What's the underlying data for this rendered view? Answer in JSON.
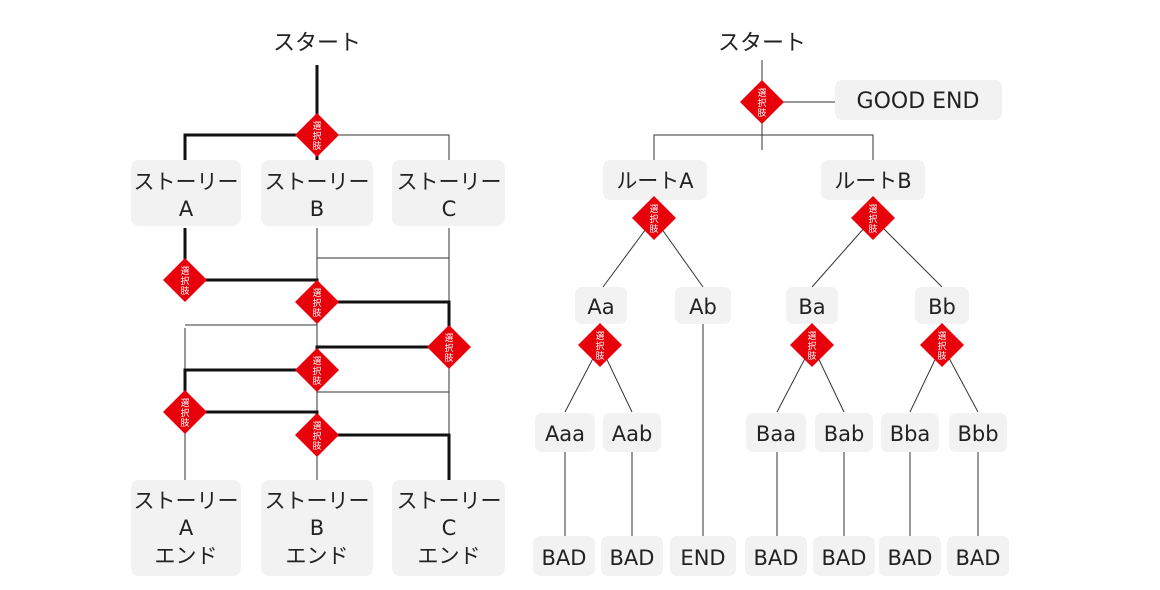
{
  "diamond_chars": [
    "選",
    "択",
    "肢"
  ],
  "colors": {
    "diamond": "#e8000b",
    "box": "#f2f2f2",
    "line": "#333333"
  },
  "left": {
    "start": "スタート",
    "top_boxes": [
      {
        "line1": "ストーリー",
        "line2": "A"
      },
      {
        "line1": "ストーリー",
        "line2": "B"
      },
      {
        "line1": "ストーリー",
        "line2": "C"
      }
    ],
    "end_boxes": [
      {
        "line1": "ストーリー",
        "line2": "A",
        "line3": "エンド"
      },
      {
        "line1": "ストーリー",
        "line2": "B",
        "line3": "エンド"
      },
      {
        "line1": "ストーリー",
        "line2": "C",
        "line3": "エンド"
      }
    ]
  },
  "right": {
    "start": "スタート",
    "good_end": "GOOD END",
    "routes": [
      "ルートA",
      "ルートB"
    ],
    "level2": [
      "Aa",
      "Ab",
      "Ba",
      "Bb"
    ],
    "level3": [
      "Aaa",
      "Aab",
      "Baa",
      "Bab",
      "Bba",
      "Bbb"
    ],
    "ends": [
      "BAD",
      "BAD",
      "END",
      "BAD",
      "BAD",
      "BAD",
      "BAD"
    ]
  }
}
